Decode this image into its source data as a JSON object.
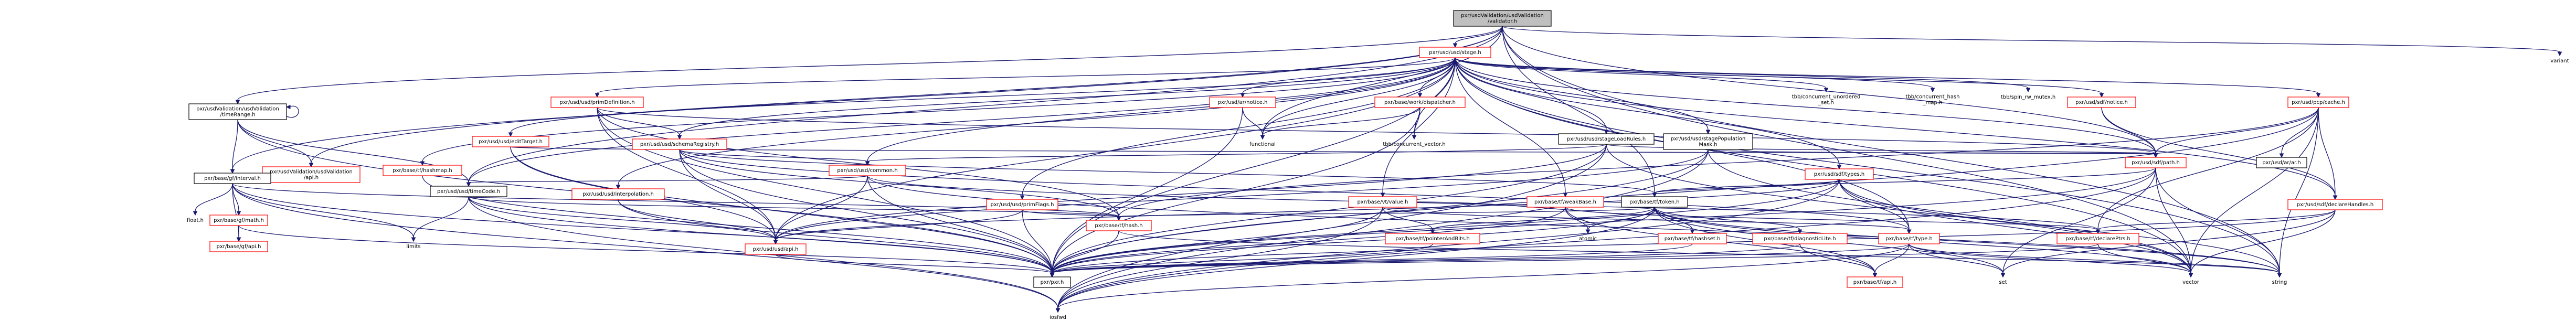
{
  "nodes": [
    {
      "id": "root",
      "lines": [
        "pxr/usdValidation/usdValidation",
        "/validator.h"
      ],
      "style": "root"
    },
    {
      "id": "stage",
      "lines": [
        "pxr/usd/usd/stage.h"
      ],
      "style": "red"
    },
    {
      "id": "variant",
      "lines": [
        "variant"
      ],
      "style": "grey"
    },
    {
      "id": "timeRange",
      "lines": [
        "pxr/usdValidation/usdValidation",
        "/timeRange.h"
      ],
      "style": "black"
    },
    {
      "id": "uvApi",
      "lines": [
        "pxr/usdValidation/usdValidation",
        "/api.h"
      ],
      "style": "red"
    },
    {
      "id": "interval",
      "lines": [
        "pxr/base/gf/interval.h"
      ],
      "style": "black"
    },
    {
      "id": "floath",
      "lines": [
        "float.h"
      ],
      "style": "grey"
    },
    {
      "id": "gfMath",
      "lines": [
        "pxr/base/gf/math.h"
      ],
      "style": "red"
    },
    {
      "id": "gfApi",
      "lines": [
        "pxr/base/gf/api.h"
      ],
      "style": "red"
    },
    {
      "id": "limits",
      "lines": [
        "limits"
      ],
      "style": "grey"
    },
    {
      "id": "timeCode",
      "lines": [
        "pxr/usd/usd/timeCode.h"
      ],
      "style": "black"
    },
    {
      "id": "usdApi",
      "lines": [
        "pxr/usd/usd/api.h"
      ],
      "style": "red"
    },
    {
      "id": "pxrh",
      "lines": [
        "pxr/pxr.h"
      ],
      "style": "black"
    },
    {
      "id": "iosfwd",
      "lines": [
        "iosfwd"
      ],
      "style": "grey"
    },
    {
      "id": "primDef",
      "lines": [
        "pxr/usd/usd/primDefinition.h"
      ],
      "style": "red"
    },
    {
      "id": "schemaReg",
      "lines": [
        "pxr/usd/usd/schemaRegistry.h"
      ],
      "style": "red"
    },
    {
      "id": "editTarget",
      "lines": [
        "pxr/usd/usd/editTarget.h"
      ],
      "style": "red"
    },
    {
      "id": "hashmap",
      "lines": [
        "pxr/base/tf/hashmap.h"
      ],
      "style": "red"
    },
    {
      "id": "usdCommon",
      "lines": [
        "pxr/usd/usd/common.h"
      ],
      "style": "red"
    },
    {
      "id": "interp",
      "lines": [
        "pxr/usd/usd/interpolation.h"
      ],
      "style": "red"
    },
    {
      "id": "primFlags",
      "lines": [
        "pxr/usd/usd/primFlags.h"
      ],
      "style": "red"
    },
    {
      "id": "tfHash",
      "lines": [
        "pxr/base/tf/hash.h"
      ],
      "style": "red"
    },
    {
      "id": "arNotice",
      "lines": [
        "pxr/usd/ar/notice.h"
      ],
      "style": "red"
    },
    {
      "id": "functional",
      "lines": [
        "functional"
      ],
      "style": "grey"
    },
    {
      "id": "dispatcher",
      "lines": [
        "pxr/base/work/dispatcher.h"
      ],
      "style": "red"
    },
    {
      "id": "tbbConcVec",
      "lines": [
        "tbb/concurrent_vector.h"
      ],
      "style": "grey"
    },
    {
      "id": "stageLoad",
      "lines": [
        "pxr/usd/usd/stageLoadRules.h"
      ],
      "style": "black"
    },
    {
      "id": "stagePop",
      "lines": [
        "pxr/usd/usd/stagePopulation",
        "Mask.h"
      ],
      "style": "black"
    },
    {
      "id": "tbbUnord",
      "lines": [
        "tbb/concurrent_unordered",
        "_set.h"
      ],
      "style": "grey"
    },
    {
      "id": "tbbHash",
      "lines": [
        "tbb/concurrent_hash",
        "_map.h"
      ],
      "style": "grey"
    },
    {
      "id": "tbbSpin",
      "lines": [
        "tbb/spin_rw_mutex.h"
      ],
      "style": "grey"
    },
    {
      "id": "vtValue",
      "lines": [
        "pxr/base/vt/value.h"
      ],
      "style": "red"
    },
    {
      "id": "weakBase",
      "lines": [
        "pxr/base/tf/weakBase.h"
      ],
      "style": "red"
    },
    {
      "id": "tfToken",
      "lines": [
        "pxr/base/tf/token.h"
      ],
      "style": "black"
    },
    {
      "id": "sdfTypes",
      "lines": [
        "pxr/usd/sdf/types.h"
      ],
      "style": "red"
    },
    {
      "id": "sdfNotice",
      "lines": [
        "pxr/usd/sdf/notice.h"
      ],
      "style": "red"
    },
    {
      "id": "sdfPath",
      "lines": [
        "pxr/usd/sdf/path.h"
      ],
      "style": "red"
    },
    {
      "id": "pcpCache",
      "lines": [
        "pxr/usd/pcp/cache.h"
      ],
      "style": "red"
    },
    {
      "id": "arAr",
      "lines": [
        "pxr/usd/ar/ar.h"
      ],
      "style": "black"
    },
    {
      "id": "declHandles",
      "lines": [
        "pxr/usd/sdf/declareHandles.h"
      ],
      "style": "red"
    },
    {
      "id": "ptrBits",
      "lines": [
        "pxr/base/tf/pointerAndBits.h"
      ],
      "style": "red"
    },
    {
      "id": "atomic",
      "lines": [
        "atomic"
      ],
      "style": "grey"
    },
    {
      "id": "hashset",
      "lines": [
        "pxr/base/tf/hashset.h"
      ],
      "style": "red"
    },
    {
      "id": "diagLite",
      "lines": [
        "pxr/base/tf/diagnosticLite.h"
      ],
      "style": "red"
    },
    {
      "id": "tfType",
      "lines": [
        "pxr/base/tf/type.h"
      ],
      "style": "red"
    },
    {
      "id": "tfApi",
      "lines": [
        "pxr/base/tf/api.h"
      ],
      "style": "red"
    },
    {
      "id": "declPtrs",
      "lines": [
        "pxr/base/tf/declarePtrs.h"
      ],
      "style": "red"
    },
    {
      "id": "set",
      "lines": [
        "set"
      ],
      "style": "grey"
    },
    {
      "id": "vector",
      "lines": [
        "vector"
      ],
      "style": "grey"
    },
    {
      "id": "string",
      "lines": [
        "string"
      ],
      "style": "grey"
    }
  ],
  "edges": [
    [
      "root",
      "stage"
    ],
    [
      "root",
      "variant"
    ],
    [
      "root",
      "timeRange"
    ],
    [
      "root",
      "uvApi"
    ],
    [
      "root",
      "interval"
    ],
    [
      "root",
      "timeCode"
    ],
    [
      "root",
      "functional"
    ],
    [
      "root",
      "sdfPath"
    ],
    [
      "root",
      "vector"
    ],
    [
      "root",
      "string"
    ],
    [
      "root",
      "tfToken"
    ],
    [
      "timeRange",
      "timeRange"
    ],
    [
      "timeRange",
      "uvApi"
    ],
    [
      "timeRange",
      "interval"
    ],
    [
      "timeRange",
      "timeCode"
    ],
    [
      "timeRange",
      "pxrh"
    ],
    [
      "interval",
      "floath"
    ],
    [
      "interval",
      "gfMath"
    ],
    [
      "interval",
      "gfApi"
    ],
    [
      "interval",
      "limits"
    ],
    [
      "interval",
      "pxrh"
    ],
    [
      "interval",
      "tfHash"
    ],
    [
      "interval",
      "iosfwd"
    ],
    [
      "gfMath",
      "gfApi"
    ],
    [
      "gfMath",
      "pxrh"
    ],
    [
      "timeCode",
      "limits"
    ],
    [
      "timeCode",
      "usdApi"
    ],
    [
      "timeCode",
      "pxrh"
    ],
    [
      "timeCode",
      "tfHash"
    ],
    [
      "timeCode",
      "iosfwd"
    ],
    [
      "stage",
      "primDef"
    ],
    [
      "stage",
      "schemaReg"
    ],
    [
      "stage",
      "editTarget"
    ],
    [
      "stage",
      "hashmap"
    ],
    [
      "stage",
      "usdCommon"
    ],
    [
      "stage",
      "interp"
    ],
    [
      "stage",
      "primFlags"
    ],
    [
      "stage",
      "arNotice"
    ],
    [
      "stage",
      "functional"
    ],
    [
      "stage",
      "dispatcher"
    ],
    [
      "stage",
      "tbbConcVec"
    ],
    [
      "stage",
      "stageLoad"
    ],
    [
      "stage",
      "stagePop"
    ],
    [
      "stage",
      "tbbUnord"
    ],
    [
      "stage",
      "tbbHash"
    ],
    [
      "stage",
      "tbbSpin"
    ],
    [
      "stage",
      "vtValue"
    ],
    [
      "stage",
      "weakBase"
    ],
    [
      "stage",
      "sdfTypes"
    ],
    [
      "stage",
      "sdfNotice"
    ],
    [
      "stage",
      "sdfPath"
    ],
    [
      "stage",
      "pcpCache"
    ],
    [
      "stage",
      "declHandles"
    ],
    [
      "stage",
      "usdApi"
    ],
    [
      "stage",
      "pxrh"
    ],
    [
      "stage",
      "timeCode"
    ],
    [
      "stage",
      "tfType"
    ],
    [
      "stage",
      "string"
    ],
    [
      "stage",
      "vector"
    ],
    [
      "primDef",
      "schemaReg"
    ],
    [
      "primDef",
      "usdApi"
    ],
    [
      "primDef",
      "sdfPath"
    ],
    [
      "primDef",
      "pxrh"
    ],
    [
      "primDef",
      "tfHash"
    ],
    [
      "schemaReg",
      "usdCommon"
    ],
    [
      "schemaReg",
      "usdApi"
    ],
    [
      "schemaReg",
      "tfToken"
    ],
    [
      "schemaReg",
      "tfType"
    ],
    [
      "schemaReg",
      "pxrh"
    ],
    [
      "schemaReg",
      "tfHash"
    ],
    [
      "editTarget",
      "usdApi"
    ],
    [
      "editTarget",
      "sdfPath"
    ],
    [
      "editTarget",
      "pxrh"
    ],
    [
      "usdCommon",
      "usdApi"
    ],
    [
      "usdCommon",
      "timeCode"
    ],
    [
      "usdCommon",
      "pxrh"
    ],
    [
      "usdCommon",
      "declPtrs"
    ],
    [
      "usdCommon",
      "string"
    ],
    [
      "interp",
      "usdApi"
    ],
    [
      "interp",
      "pxrh"
    ],
    [
      "primFlags",
      "usdApi"
    ],
    [
      "primFlags",
      "tfHash"
    ],
    [
      "primFlags",
      "pxrh"
    ],
    [
      "arNotice",
      "functional"
    ],
    [
      "arNotice",
      "pxrh"
    ],
    [
      "dispatcher",
      "functional"
    ],
    [
      "dispatcher",
      "tbbConcVec"
    ],
    [
      "dispatcher",
      "pxrh"
    ],
    [
      "stageLoad",
      "usdCommon"
    ],
    [
      "stageLoad",
      "usdApi"
    ],
    [
      "stageLoad",
      "sdfPath"
    ],
    [
      "stageLoad",
      "pxrh"
    ],
    [
      "stageLoad",
      "iosfwd"
    ],
    [
      "stageLoad",
      "vector"
    ],
    [
      "stagePop",
      "usdApi"
    ],
    [
      "stagePop",
      "sdfPath"
    ],
    [
      "stagePop",
      "pxrh"
    ],
    [
      "stagePop",
      "iosfwd"
    ],
    [
      "stagePop",
      "vector"
    ],
    [
      "tfToken",
      "pxrh"
    ],
    [
      "tfToken",
      "tfApi"
    ],
    [
      "tfToken",
      "hashset"
    ],
    [
      "tfToken",
      "ptrBits"
    ],
    [
      "tfToken",
      "atomic"
    ],
    [
      "tfToken",
      "diagLite"
    ],
    [
      "tfToken",
      "tfHash"
    ],
    [
      "tfToken",
      "iosfwd"
    ],
    [
      "tfToken",
      "set"
    ],
    [
      "tfToken",
      "string"
    ],
    [
      "tfToken",
      "vector"
    ],
    [
      "vtValue",
      "pxrh"
    ],
    [
      "vtValue",
      "ptrBits"
    ],
    [
      "vtValue",
      "tfType"
    ],
    [
      "vtValue",
      "iosfwd"
    ],
    [
      "vtValue",
      "tfToken"
    ],
    [
      "weakBase",
      "atomic"
    ],
    [
      "weakBase",
      "pxrh"
    ],
    [
      "weakBase",
      "tfApi"
    ],
    [
      "weakBase",
      "declPtrs"
    ],
    [
      "sdfTypes",
      "tfToken"
    ],
    [
      "sdfTypes",
      "tfType"
    ],
    [
      "sdfTypes",
      "pxrh"
    ],
    [
      "sdfTypes",
      "iosfwd"
    ],
    [
      "sdfTypes",
      "vector"
    ],
    [
      "sdfTypes",
      "string"
    ],
    [
      "sdfTypes",
      "usdApi"
    ],
    [
      "sdfNotice",
      "sdfPath"
    ],
    [
      "sdfNotice",
      "declHandles"
    ],
    [
      "sdfPath",
      "tfToken"
    ],
    [
      "sdfPath",
      "pxrh"
    ],
    [
      "sdfPath",
      "iosfwd"
    ],
    [
      "sdfPath",
      "set"
    ],
    [
      "sdfPath",
      "string"
    ],
    [
      "sdfPath",
      "vector"
    ],
    [
      "pcpCache",
      "sdfPath"
    ],
    [
      "pcpCache",
      "arAr"
    ],
    [
      "pcpCache",
      "declHandles"
    ],
    [
      "pcpCache",
      "declPtrs"
    ],
    [
      "pcpCache",
      "tfHash"
    ],
    [
      "pcpCache",
      "string"
    ],
    [
      "pcpCache",
      "vector"
    ],
    [
      "pcpCache",
      "pxrh"
    ],
    [
      "declHandles",
      "declPtrs"
    ],
    [
      "declHandles",
      "pxrh"
    ],
    [
      "declHandles",
      "set"
    ],
    [
      "declHandles",
      "vector"
    ],
    [
      "declPtrs",
      "pxrh"
    ],
    [
      "declPtrs",
      "vector"
    ],
    [
      "diagLite",
      "tfApi"
    ],
    [
      "diagLite",
      "pxrh"
    ],
    [
      "tfType",
      "tfApi"
    ],
    [
      "tfType",
      "pxrh"
    ],
    [
      "tfType",
      "iosfwd"
    ],
    [
      "tfType",
      "set"
    ],
    [
      "tfType",
      "string"
    ],
    [
      "tfType",
      "vector"
    ],
    [
      "hashset",
      "pxrh"
    ],
    [
      "hashmap",
      "pxrh"
    ],
    [
      "tfHash",
      "pxrh"
    ],
    [
      "tfHash",
      "string"
    ],
    [
      "ptrBits",
      "pxrh"
    ],
    [
      "usdApi",
      "pxrh"
    ]
  ]
}
